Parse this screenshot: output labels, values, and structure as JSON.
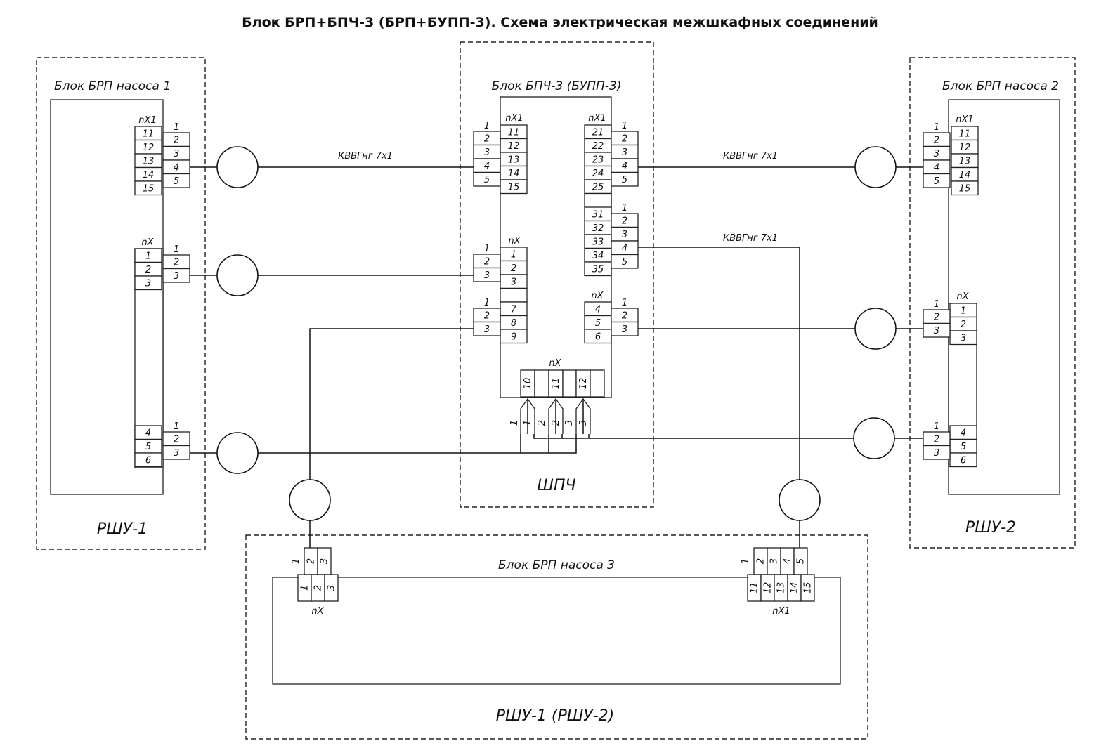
{
  "title": "Блок БРП+БПЧ-3 (БРП+БУПП-3). Схема электрическая межшкафных соединений",
  "cabinets": {
    "rshu1": {
      "label": "РШУ-1",
      "block_label": "Блок БРП насоса 1",
      "nx1": {
        "name": "nX1",
        "inner": [
          "11",
          "12",
          "13",
          "14",
          "15"
        ],
        "outer": [
          "1",
          "2",
          "3",
          "4",
          "5"
        ]
      },
      "nx_a": {
        "name": "nX",
        "inner": [
          "1",
          "2",
          "3"
        ],
        "outer": [
          "1",
          "2",
          "3"
        ]
      },
      "nx_b": {
        "inner": [
          "4",
          "5",
          "6"
        ],
        "outer": [
          "1",
          "2",
          "3"
        ]
      }
    },
    "shpch": {
      "label": "ШПЧ",
      "block_label": "Блок БПЧ-3 (БУПП-3)",
      "left_nx1": {
        "name": "nX1",
        "inner": [
          "11",
          "12",
          "13",
          "14",
          "15"
        ],
        "outer": [
          "1",
          "2",
          "3",
          "4",
          "5"
        ]
      },
      "left_nx": {
        "name": "nX",
        "inner": [
          "1",
          "2",
          "3",
          "7",
          "8",
          "9"
        ],
        "outer_a": [
          "1",
          "2",
          "3"
        ],
        "outer_b": [
          "1",
          "2",
          "3"
        ]
      },
      "right_nx1_a": {
        "name": "nX1",
        "inner": [
          "21",
          "22",
          "23",
          "24",
          "25"
        ],
        "outer": [
          "1",
          "2",
          "3",
          "4",
          "5"
        ]
      },
      "right_nx1_b": {
        "inner": [
          "31",
          "32",
          "33",
          "34",
          "35"
        ],
        "outer": [
          "1",
          "2",
          "3",
          "4",
          "5"
        ]
      },
      "right_nx": {
        "name": "nX",
        "inner": [
          "4",
          "5",
          "6"
        ],
        "outer": [
          "1",
          "2",
          "3"
        ]
      },
      "bottom_nx": {
        "name": "nX",
        "inner": [
          "10",
          "11",
          "12"
        ],
        "plugs": [
          "1",
          "1",
          "2",
          "2",
          "3",
          "3"
        ]
      }
    },
    "rshu2": {
      "label": "РШУ-2",
      "block_label": "Блок БРП насоса 2",
      "nx1": {
        "name": "nX1",
        "inner": [
          "11",
          "12",
          "13",
          "14",
          "15"
        ],
        "outer": [
          "1",
          "2",
          "3",
          "4",
          "5"
        ]
      },
      "nx": {
        "name": "nX",
        "inner": [
          "1",
          "2",
          "3",
          "4",
          "5",
          "6"
        ],
        "outer_a": [
          "1",
          "2",
          "3"
        ],
        "outer_b": [
          "1",
          "2",
          "3"
        ]
      }
    },
    "rshu12": {
      "label": "РШУ-1 (РШУ-2)",
      "block_label": "Блок БРП насоса 3",
      "nx": {
        "name": "nX",
        "inner": [
          "1",
          "2",
          "3"
        ],
        "outer": [
          "1",
          "2",
          "3"
        ]
      },
      "nx1": {
        "name": "nX1",
        "inner": [
          "11",
          "12",
          "13",
          "14",
          "15"
        ],
        "outer": [
          "1",
          "2",
          "3",
          "4",
          "5"
        ]
      }
    }
  },
  "cables": {
    "c1": "КВВГнг 7х1",
    "c2": "КВВГнг 7х1",
    "c3": "КВВГнг 7х1"
  }
}
